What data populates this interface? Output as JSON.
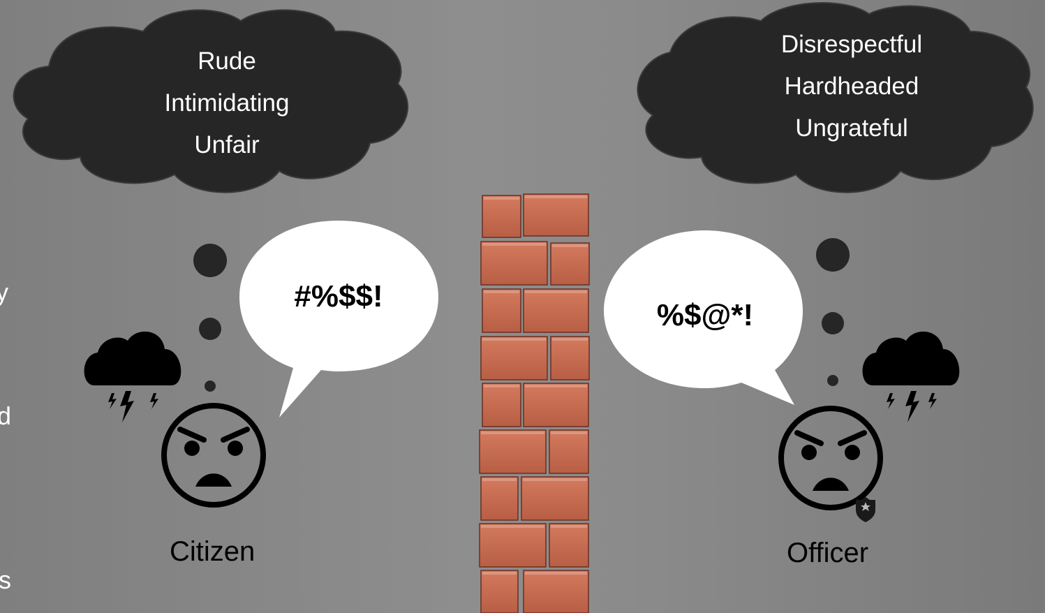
{
  "citizen": {
    "thought_words": [
      "Rude",
      "Intimidating",
      "Unfair"
    ],
    "speech": "#%$$!",
    "caption": "Citizen",
    "mood_icon": "storm-cloud-icon",
    "face_icon": "angry-face-icon"
  },
  "officer": {
    "thought_words": [
      "Disrespectful",
      "Hardheaded",
      "Ungrateful"
    ],
    "speech": "%$@*!",
    "caption": "Officer",
    "mood_icon": "storm-cloud-icon",
    "face_icon": "angry-face-icon",
    "badge_icon": "police-badge-icon"
  },
  "wall": {
    "icon": "brick-wall-icon"
  },
  "cut_off_text": [
    "y",
    "d",
    "s"
  ],
  "colors": {
    "background": "#8a8a8a",
    "thought_cloud": "#262626",
    "brick": "#c86a50",
    "speech_bubble": "#ffffff"
  }
}
